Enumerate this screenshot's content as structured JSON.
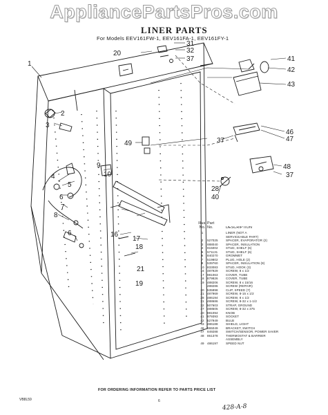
{
  "watermark": "AppliancePartsPros.com",
  "title": "LINER PARTS",
  "models": "For Models EEV161FW-1, EEV161FA-1, EEV161FY-1",
  "callouts": [
    "1",
    "2",
    "3",
    "4",
    "5",
    "6",
    "7",
    "8",
    "9",
    "10",
    "16",
    "17",
    "18",
    "19",
    "20",
    "21",
    "28",
    "31",
    "32",
    "37",
    "37",
    "37",
    "40",
    "41",
    "42",
    "43",
    "46",
    "47",
    "48",
    "49",
    "6"
  ],
  "parts_list": {
    "header_top": [
      "Illus.",
      "Part"
    ],
    "header": [
      "No.",
      "No.",
      "DESCRIPTION"
    ],
    "rows": [
      [
        "1",
        "",
        "LINER (NOT A"
      ],
      [
        "",
        "",
        "SERVICEABLE PART)"
      ],
      [
        "2",
        "527025",
        "SPACER, EVAPORATOR (2)"
      ],
      [
        "3",
        "888040",
        "SPACER, INSULATION"
      ],
      [
        "4",
        "815002",
        "STUD, SHELF (6)"
      ],
      [
        "5",
        "571131",
        "STUD, SHELF (6)"
      ],
      [
        "6",
        "840270",
        "GROMMET"
      ],
      [
        "7",
        "519802",
        "PLUG, HOLE (2)"
      ],
      [
        "8",
        "539760",
        "SPACER, INSULATION (8)"
      ],
      [
        "10",
        "833083",
        "STUD, HOOK (3)"
      ],
      [
        "16",
        "487929",
        "SCREW, 8 x 1/2"
      ],
      [
        "17",
        "981063",
        "COVER, TUBE"
      ],
      [
        "18",
        "879826",
        "COVER, TUBE"
      ],
      [
        "19",
        "488206",
        "SCREW, 8 x 15/16"
      ],
      [
        "",
        "488286",
        "SCREW (REPAIR)"
      ],
      [
        "20",
        "535998",
        "CLIP, SPEED (7)"
      ],
      [
        "21",
        "487969",
        "SCREW, 8-15 x 1/2"
      ],
      [
        "28",
        "486194",
        "SCREW, 8 x 1/2"
      ],
      [
        "31",
        "488686",
        "SCREW, 8-32 x 1-1/2"
      ],
      [
        "32",
        "507603",
        "STRAP, GROUND"
      ],
      [
        "37",
        "488505",
        "SCREW, 8-32 x 375"
      ],
      [
        "40",
        "981094",
        "KNOB"
      ],
      [
        "41",
        "979393",
        "SOCKET"
      ],
      [
        "42",
        "527949",
        "BULB"
      ],
      [
        "43",
        "486188",
        "SHIELD, LIGHT"
      ],
      [
        "46",
        "865049",
        "BRACKET, SWITCH"
      ],
      [
        "47",
        "849288",
        "SWITCH/SENSOR, POWER SAVER"
      ],
      [
        "48",
        "861378",
        "THERMOSTAT & BARRIER"
      ],
      [
        "",
        "",
        "ASSEMBLY"
      ],
      [
        "49",
        "486197",
        "SPEED NUT"
      ]
    ]
  },
  "order_note": "FOR ORDERING INFORMATION REFER TO PARTS PRICE LIST",
  "doc_code": "VB8L59",
  "page_number": "6",
  "handwritten_note": "428-A-8"
}
